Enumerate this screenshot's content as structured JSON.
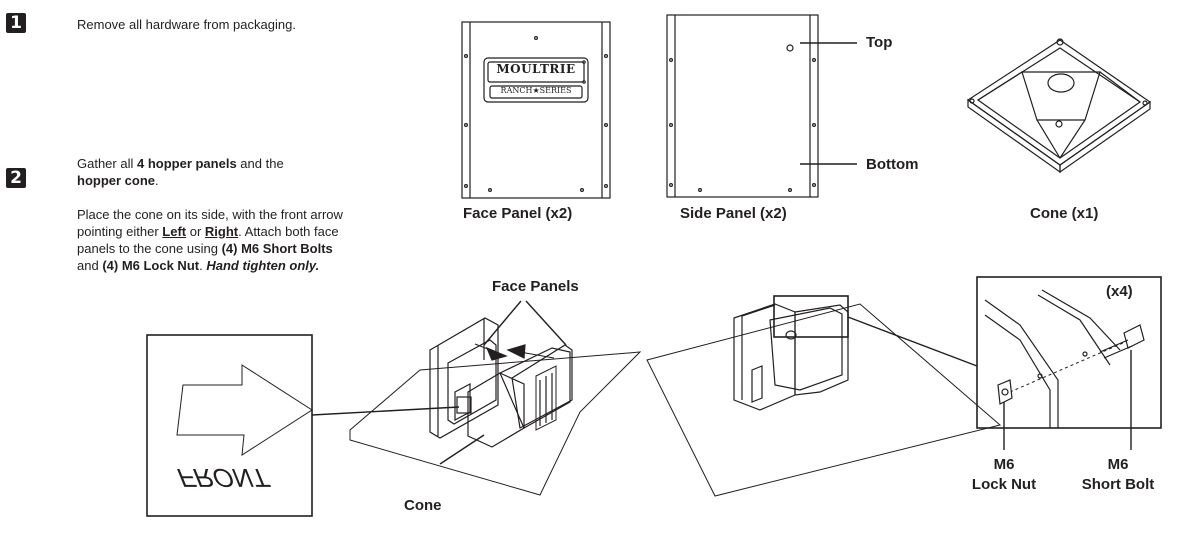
{
  "steps": [
    {
      "number": "1",
      "text": "Remove all hardware from packaging."
    },
    {
      "number": "2",
      "para1": {
        "pre": "Gather all ",
        "bold1": "4 hopper panels",
        "mid": " and the ",
        "bold2": "hopper cone",
        "post": "."
      },
      "para2": {
        "a": "Place the cone on its side, with the front arrow pointing either ",
        "left": "Left",
        "or": " or ",
        "right": "Right",
        "b": ". Attach both face panels to the cone using ",
        "bolts": "(4) M6 Short Bolts",
        "and": " and ",
        "nuts": "(4) M6 Lock Nut",
        "c": ". ",
        "italic": "Hand tighten only."
      }
    }
  ],
  "parts": {
    "face_panel": "Face Panel (x2)",
    "side_panel": "Side Panel (x2)",
    "cone": "Cone (x1)",
    "top": "Top",
    "bottom": "Bottom"
  },
  "logo": {
    "brand": "MOULTRIE",
    "series": "RANCH★SERIES"
  },
  "callouts": {
    "face_panels": "Face Panels",
    "cone": "Cone",
    "front": "FRONT",
    "qty": "(x4)",
    "lock_nut_1": "M6",
    "lock_nut_2": "Lock Nut",
    "short_bolt_1": "M6",
    "short_bolt_2": "Short Bolt"
  }
}
